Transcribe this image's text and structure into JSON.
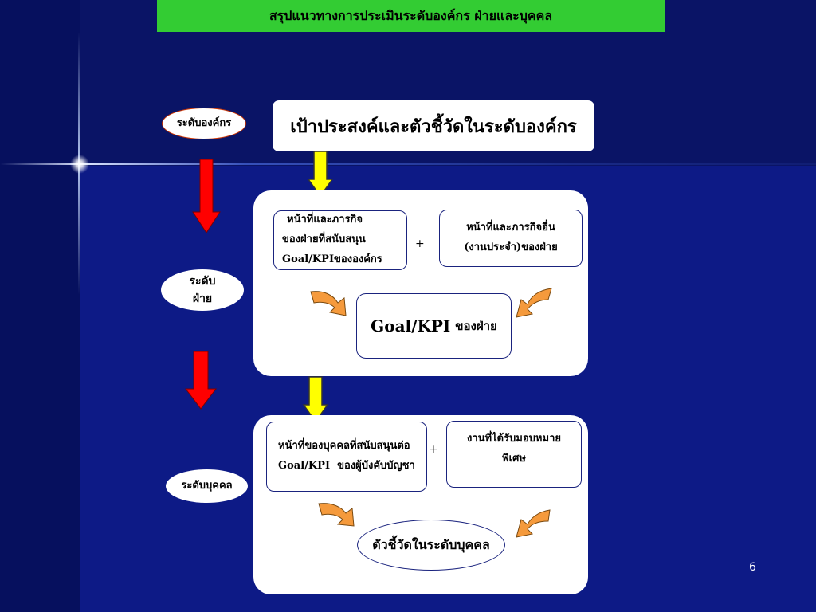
{
  "header": {
    "title": "สรุปแนวทางการประเมินระดับองค์กร ฝ่ายและบุคคล"
  },
  "levels": {
    "org": "ระดับองค์กร",
    "dept_line1": "ระดับ",
    "dept_line2": "ฝ่าย",
    "individual": "ระดับบุคคล"
  },
  "org_box": {
    "text": "เป้าประสงค์และตัวชี้วัดในระดับองค์กร"
  },
  "dept_panel": {
    "left_lines": [
      "หน้าที่และภารกิจ",
      "ของฝ่ายที่สนับสนุน",
      "Goal/KPIขององค์กร"
    ],
    "plus": "+",
    "right_lines": [
      "หน้าที่และภารกิจอื่น",
      "(งานประจำ)ของฝ่าย"
    ],
    "result_en": "Goal/KPI",
    "result_th": "ของฝ่าย"
  },
  "indiv_panel": {
    "left_lines": [
      "หน้าที่ของบุคคลที่สนับสนุนต่อ",
      "Goal/KPI  ของผู้บังคับบัญชา"
    ],
    "plus": "+",
    "right_lines": [
      "งานที่ได้รับมอบหมาย",
      "พิเศษ"
    ],
    "result": "ตัวชี้วัดในระดับบุคคล"
  },
  "page_number": "6",
  "colors": {
    "background": "#0a1270",
    "header": "#33cc33",
    "down_arrow_red": "#ff0000",
    "down_arrow_yellow": "#ffff00",
    "curved_arrow": "#f59a3c"
  }
}
